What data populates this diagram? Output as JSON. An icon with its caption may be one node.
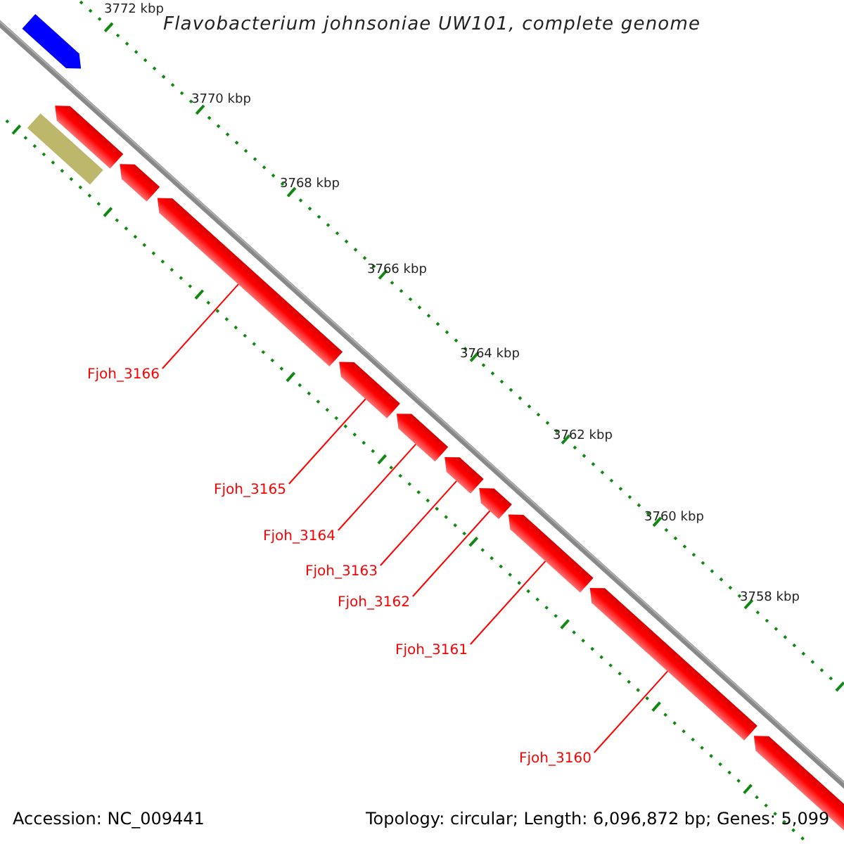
{
  "diagram": {
    "title": "Flavobacterium johnsoniae UW101, complete genome",
    "nodes": [
      {
        "text": [],
        "shape": "arrow"
      },
      {
        "text": [],
        "shape": "box"
      },
      {
        "text": [],
        "shape": "arrow"
      },
      {
        "text": [],
        "shape": "arrow"
      },
      {
        "text": [],
        "shape": "arrow"
      },
      {
        "text": [],
        "shape": "arrow"
      },
      {
        "text": [],
        "shape": "arrow"
      },
      {
        "text": [],
        "shape": "arrow"
      },
      {
        "text": [],
        "shape": "arrow"
      },
      {
        "text": [],
        "shape": "arrow"
      },
      {
        "text": [],
        "shape": "arrow"
      },
      {
        "text": [],
        "shape": "arrow"
      },
      {
        "text": [
          "Fjoh_3166"
        ]
      },
      {
        "text": [
          "Fjoh_3165"
        ]
      },
      {
        "text": [
          "Fjoh_3164"
        ]
      },
      {
        "text": [
          "Fjoh_3163"
        ]
      },
      {
        "text": [
          "Fjoh_3162"
        ]
      },
      {
        "text": [
          "Fjoh_3161"
        ]
      },
      {
        "text": [
          "Fjoh_3160"
        ]
      }
    ],
    "edges": [
      {
        "from": 12,
        "to": 4,
        "arrow": "none"
      },
      {
        "from": 13,
        "to": 5,
        "arrow": "none"
      },
      {
        "from": 14,
        "to": 6,
        "arrow": "none"
      },
      {
        "from": 15,
        "to": 7,
        "arrow": "none"
      },
      {
        "from": 16,
        "to": 8,
        "arrow": "none"
      },
      {
        "from": 17,
        "to": 9,
        "arrow": "none"
      },
      {
        "from": 18,
        "to": 10,
        "arrow": "none"
      }
    ],
    "labels": [
      "3772 kbp",
      "3770 kbp",
      "3768 kbp",
      "3766 kbp",
      "3764 kbp",
      "3762 kbp",
      "3760 kbp",
      "3758 kbp",
      "Accession: NC_009441",
      "Topology: circular; Length: 6,096,872 bp; Genes: 5,099"
    ]
  }
}
